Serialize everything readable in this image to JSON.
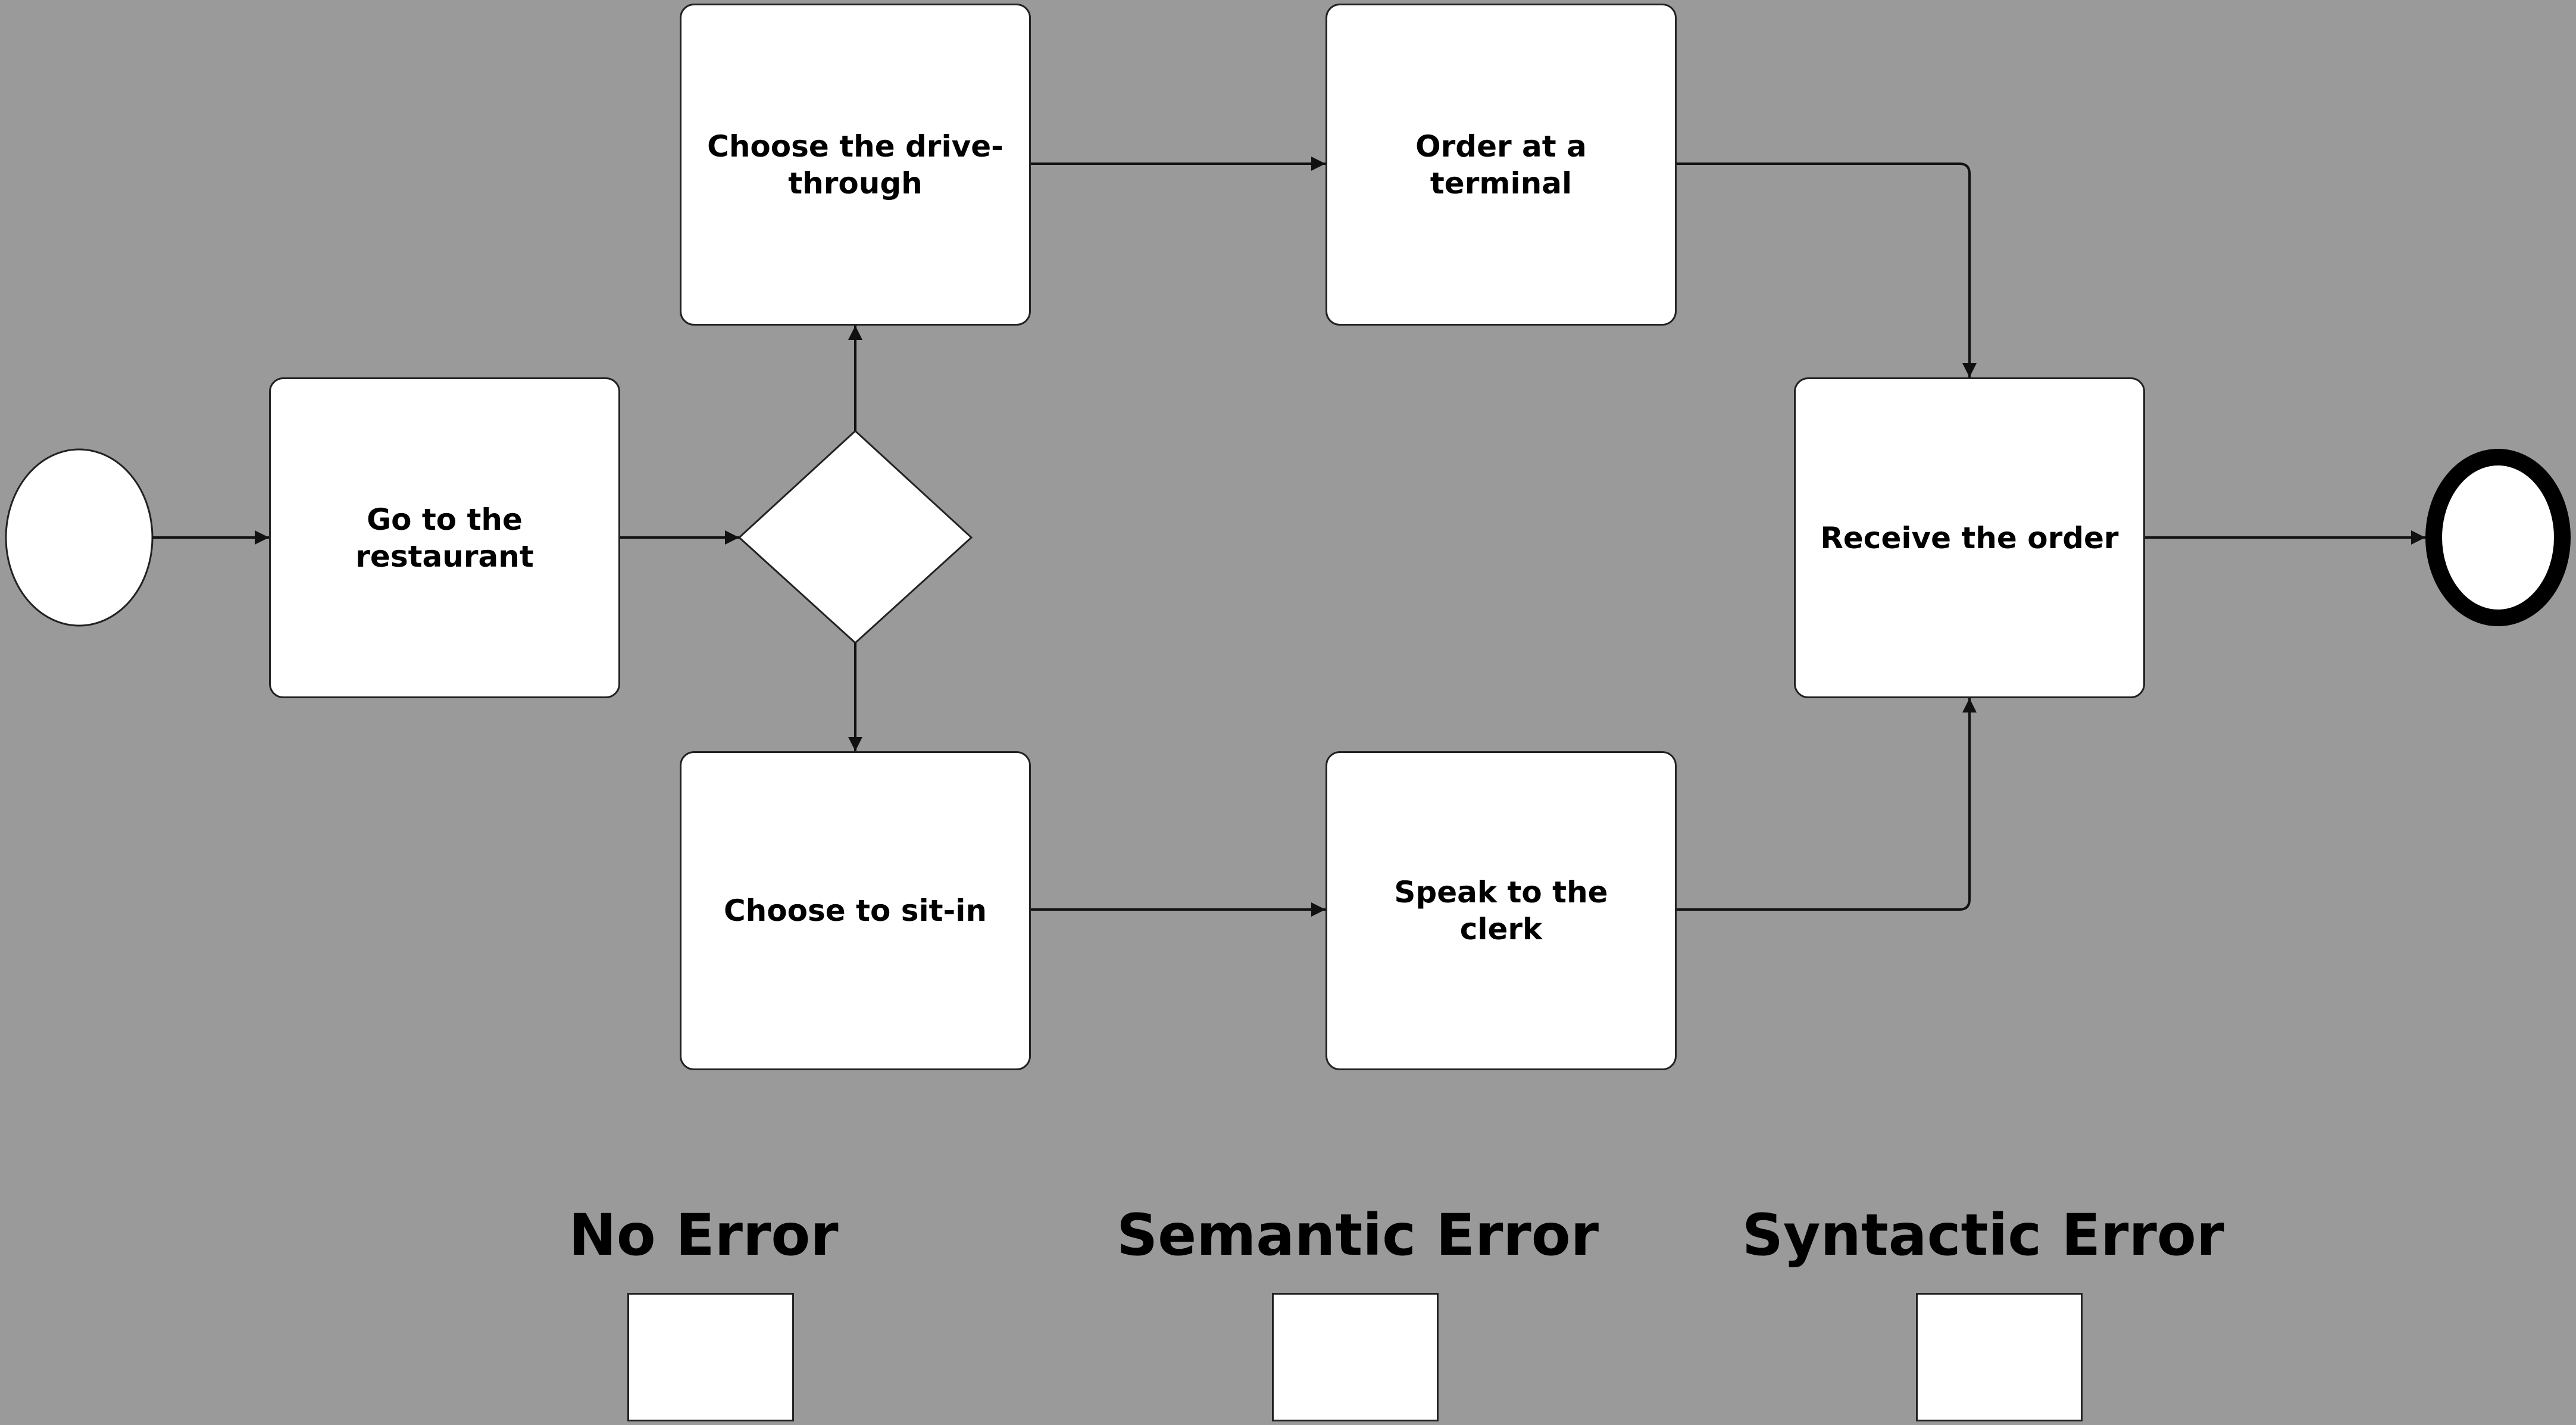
{
  "diagram": {
    "tasks": {
      "go_to_restaurant": "Go to the restaurant",
      "choose_drive_through": "Choose the drive-through",
      "order_at_terminal": "Order at a terminal",
      "choose_sit_in": "Choose to sit-in",
      "speak_to_clerk": "Speak to the clerk",
      "receive_order": "Receive the order"
    }
  },
  "answer_options": {
    "no_error": "No Error",
    "semantic_error": "Semantic Error",
    "syntactic_error": "Syntactic Error"
  },
  "colors": {
    "background": "#9a9a9a",
    "shape_fill": "#ffffff",
    "stroke": "#222222"
  }
}
